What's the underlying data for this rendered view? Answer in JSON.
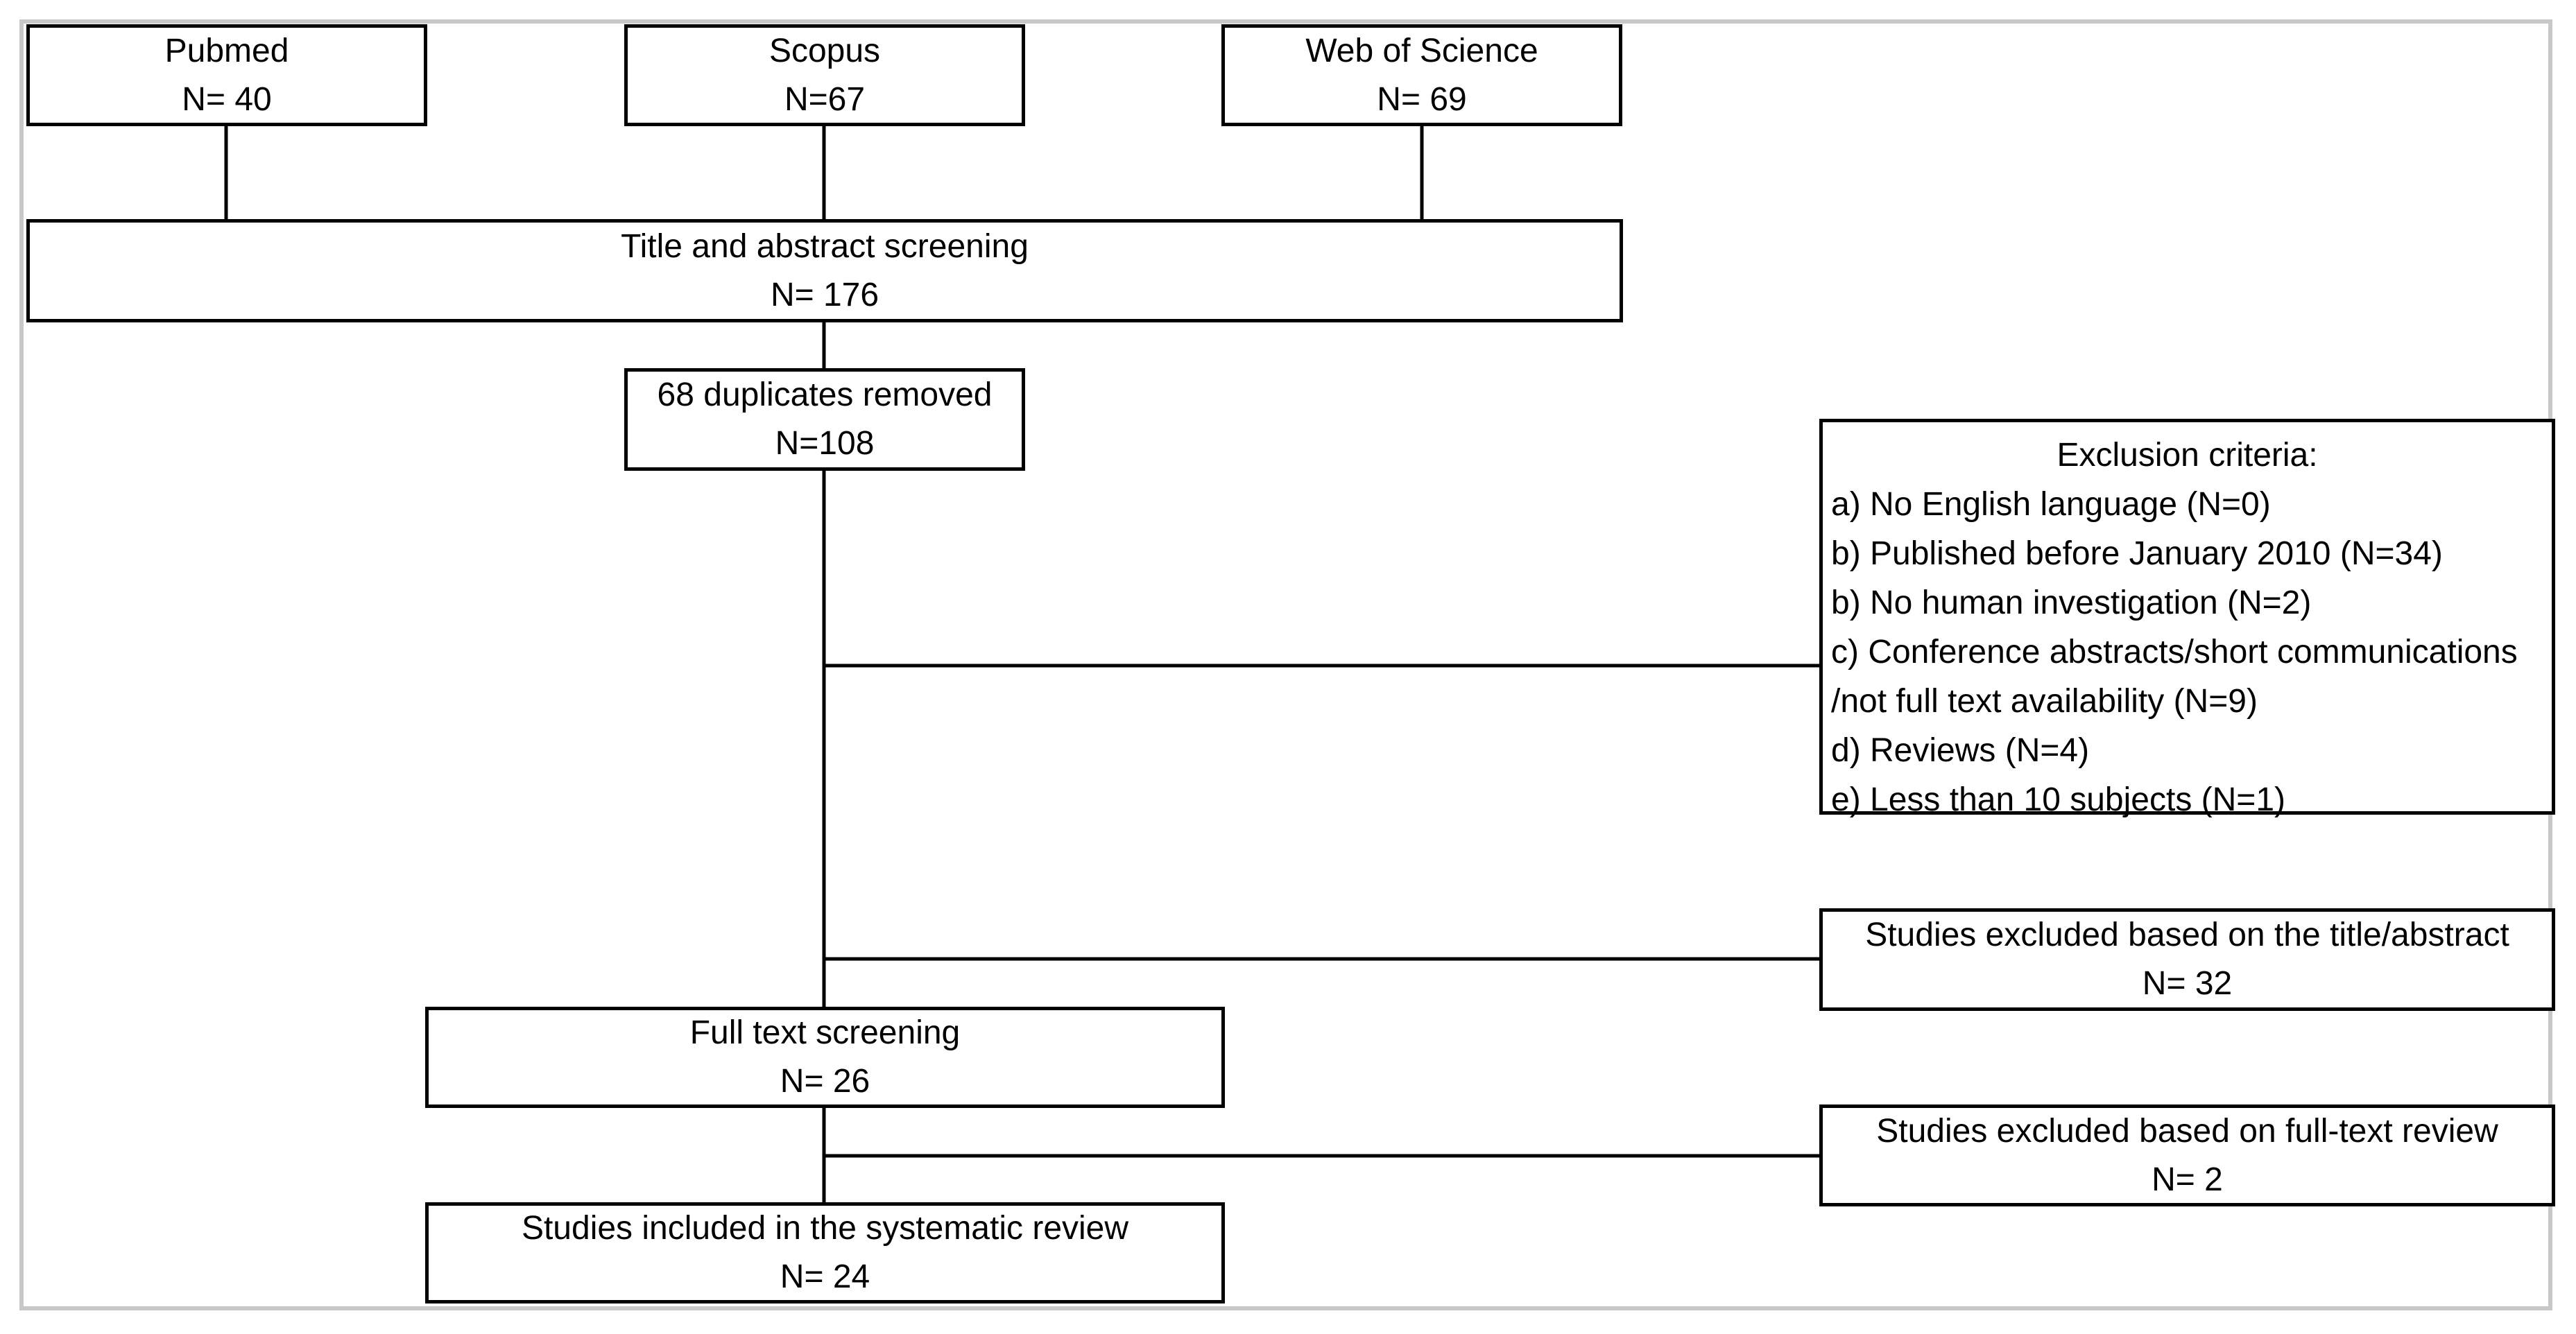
{
  "sources": [
    {
      "name": "Pubmed",
      "count": "N= 40"
    },
    {
      "name": "Scopus",
      "count": "N=67"
    },
    {
      "name": "Web of Science",
      "count": "N= 69"
    }
  ],
  "screening": {
    "title": "Title and abstract screening",
    "count": "N= 176"
  },
  "duplicates": {
    "title": "68 duplicates removed",
    "count": "N=108"
  },
  "exclusion": {
    "title": "Exclusion criteria:",
    "items": [
      "a) No English language (N=0)",
      "b) Published before January 2010 (N=34)",
      "b) No human investigation (N=2)",
      "c) Conference abstracts/short communications",
      "/not full text availability (N=9)",
      "d) Reviews (N=4)",
      "e) Less than 10 subjects (N=1)"
    ]
  },
  "excluded_title": {
    "title": "Studies excluded based on the title/abstract",
    "count": "N= 32"
  },
  "fulltext": {
    "title": "Full text screening",
    "count": "N= 26"
  },
  "excluded_fulltext": {
    "title": "Studies excluded based on full-text review",
    "count": "N= 2"
  },
  "included": {
    "title": "Studies included in the systematic review",
    "count": "N= 24"
  }
}
